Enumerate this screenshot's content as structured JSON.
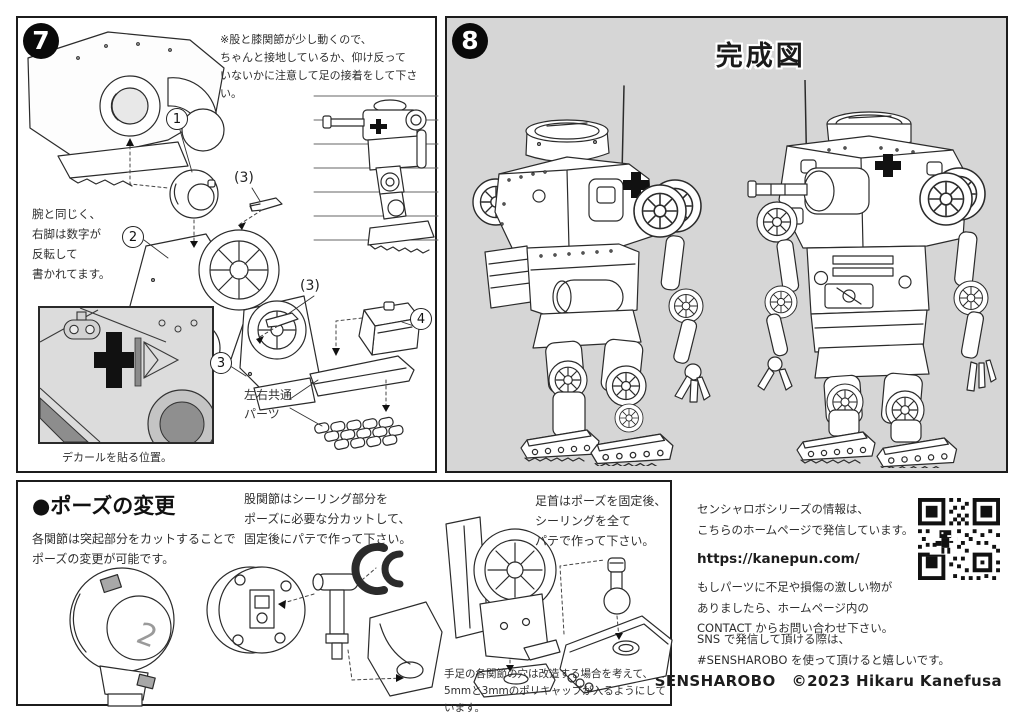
{
  "step7": {
    "badge": "7",
    "caution_note": "※股と膝関節が少し動くので、\nちゃんと接地しているか、仰け反って\nいないかに注意して足の接着をして下さい。",
    "mirror_note": "腕と同じく、\n右脚は数字が\n反転して\n書かれてます。",
    "decal_caption": "デカールを貼る位置。",
    "common_parts_note": "左右共通\nパーツ",
    "callout_1": "1",
    "callout_2": "2",
    "callout_3": "3",
    "callout_4": "4",
    "part_count_label_a": "(3)",
    "part_count_label_b": "(3)"
  },
  "step8": {
    "badge": "8",
    "title": "完成図"
  },
  "pose_section": {
    "title": "●ポーズの変更",
    "intro_note": "各関節は突起部分をカットすることで\nポーズの変更が可能です。",
    "hip_note": "股関節はシーリング部分を\nポーズに必要な分カットして、\n固定後にパテで作って下さい。",
    "ankle_note": "足首はポーズを固定後、\nシーリングを全て\nパテで作って下さい。",
    "polycap_note": "手足の各関節の穴は改造する場合を考えて、\n5mmと3mmのポリキャップが入るようにしています。",
    "molded_number": "2"
  },
  "info_section": {
    "series_note": "センシャロボシリーズの情報は、\nこちらのホームページで発信しています。",
    "url": "https://kanepun.com/",
    "contact_note": "もしパーツに不足や損傷の激しい物が\nありましたら、ホームページ内の\nCONTACT からお問い合わせ下さい。",
    "sns_note": "SNS で発信して頂ける際は、\n#SENSHAROBO を使って頂けると嬉しいです。",
    "brand": "SENSHAROBO",
    "copyright": "©2023 Hikaru Kanefusa"
  },
  "colors": {
    "panel_border": "#1c1c1c",
    "finished_view_background": "#d6d6d6",
    "line_art": "#2b2b2b",
    "decal_black": "#111111"
  }
}
